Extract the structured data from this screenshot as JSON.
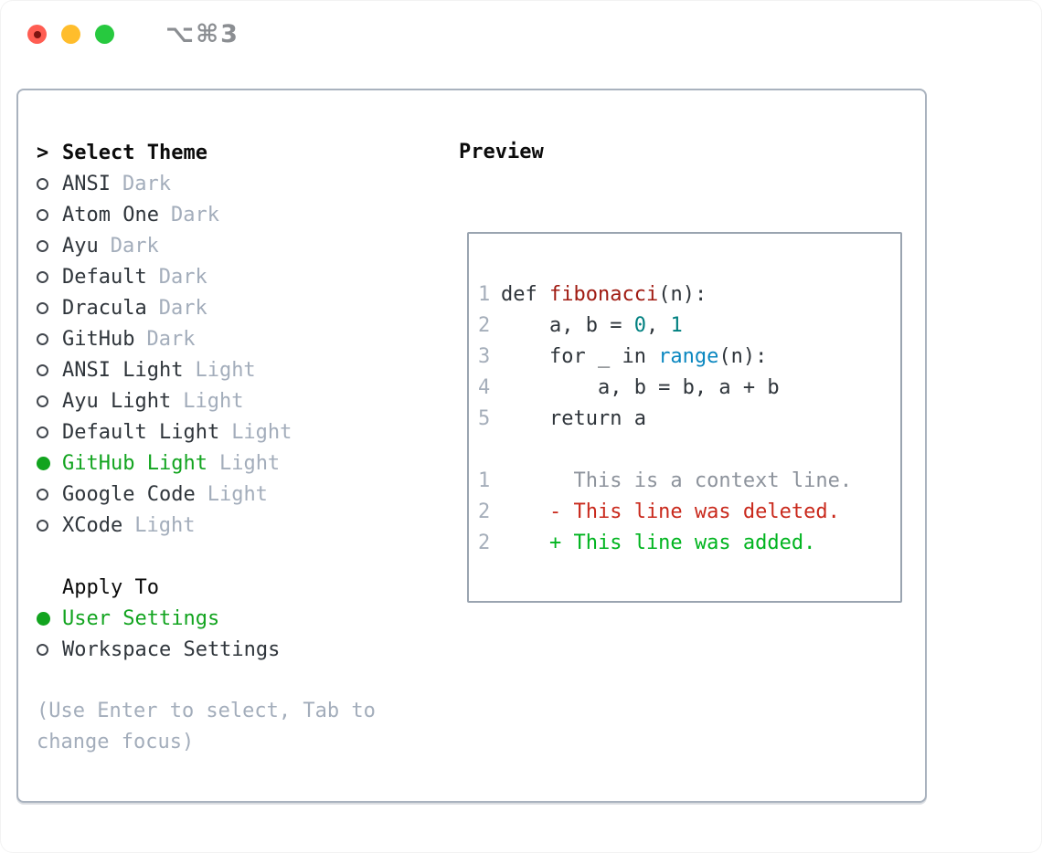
{
  "window": {
    "title": "⌥⌘3"
  },
  "colors": {
    "selection_green": "#12a41f",
    "added_green": "#00b41f",
    "deleted_red": "#c9291c",
    "function_red": "#a01b12",
    "number_teal": "#008080",
    "builtin_blue": "#0a87c0",
    "text_dark": "#2f353b",
    "header_black": "#0b0b0b",
    "muted_gray": "#a3adbb",
    "context_gray": "#8d939c",
    "line_number_gray": "#a5aeba",
    "panel_border": "#a9b2be",
    "preview_border": "#9aa4b0",
    "titlebar_gray": "#8b8e92",
    "traffic_red": "#ff5d52",
    "traffic_red_dot": "#7d1410",
    "traffic_yellow": "#ffbd2c",
    "traffic_green": "#27c93f"
  },
  "theme_panel": {
    "header": {
      "prompt": ">",
      "label": "Select Theme"
    },
    "themes": [
      {
        "name": "ANSI",
        "variant": "Dark",
        "selected": false
      },
      {
        "name": "Atom One",
        "variant": "Dark",
        "selected": false
      },
      {
        "name": "Ayu",
        "variant": "Dark",
        "selected": false
      },
      {
        "name": "Default",
        "variant": "Dark",
        "selected": false
      },
      {
        "name": "Dracula",
        "variant": "Dark",
        "selected": false
      },
      {
        "name": "GitHub",
        "variant": "Dark",
        "selected": false
      },
      {
        "name": "ANSI Light",
        "variant": "Light",
        "selected": false
      },
      {
        "name": "Ayu Light",
        "variant": "Light",
        "selected": false
      },
      {
        "name": "Default Light",
        "variant": "Light",
        "selected": false
      },
      {
        "name": "GitHub Light",
        "variant": "Light",
        "selected": true
      },
      {
        "name": "Google Code",
        "variant": "Light",
        "selected": false
      },
      {
        "name": "XCode",
        "variant": "Light",
        "selected": false
      }
    ],
    "apply_to": {
      "label": "Apply To",
      "options": [
        {
          "label": "User Settings",
          "selected": true
        },
        {
          "label": "Workspace Settings",
          "selected": false
        }
      ]
    },
    "hint": "(Use Enter to select, Tab to change focus)"
  },
  "preview": {
    "label": "Preview",
    "lines": [
      {
        "num": "1",
        "tokens": [
          {
            "t": "def ",
            "s": "code"
          },
          {
            "t": "fibonacci",
            "s": "fn"
          },
          {
            "t": "(n):",
            "s": "code"
          }
        ]
      },
      {
        "num": "2",
        "tokens": [
          {
            "t": "    a, b = ",
            "s": "code"
          },
          {
            "t": "0",
            "s": "num"
          },
          {
            "t": ", ",
            "s": "code"
          },
          {
            "t": "1",
            "s": "num"
          }
        ]
      },
      {
        "num": "3",
        "tokens": [
          {
            "t": "    for _ in ",
            "s": "code"
          },
          {
            "t": "range",
            "s": "builtin"
          },
          {
            "t": "(n):",
            "s": "code"
          }
        ]
      },
      {
        "num": "4",
        "tokens": [
          {
            "t": "        a, b = b, a + b",
            "s": "code"
          }
        ]
      },
      {
        "num": "5",
        "tokens": [
          {
            "t": "    return a",
            "s": "code"
          }
        ]
      },
      {
        "num": "",
        "tokens": []
      },
      {
        "num": "1",
        "tokens": [
          {
            "t": "      This is a context line.",
            "s": "ctx"
          }
        ]
      },
      {
        "num": "2",
        "tokens": [
          {
            "t": "    - This line was deleted.",
            "s": "del"
          }
        ]
      },
      {
        "num": "2",
        "tokens": [
          {
            "t": "    + This line was added.",
            "s": "add"
          }
        ]
      }
    ]
  }
}
